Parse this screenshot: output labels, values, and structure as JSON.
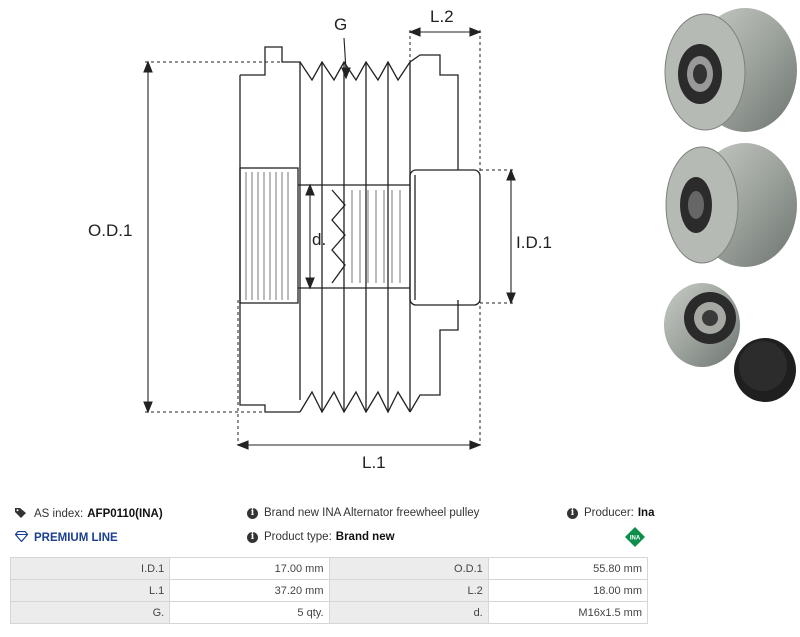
{
  "drawing": {
    "label_g": "G",
    "label_l2": "L.2",
    "label_od1": "O.D.1",
    "label_d": "d.",
    "label_id1": "I.D.1",
    "label_l1": "L.1"
  },
  "info": {
    "as_index_label": "AS index:",
    "as_index_value": "AFP0110(INA)",
    "description": "Brand new INA Alternator freewheel pulley",
    "producer_label": "Producer:",
    "producer_value": "Ina",
    "premium_line": "PREMIUM LINE",
    "product_type_label": "Product type:",
    "product_type_value": "Brand new",
    "producer_logo_text": "INA"
  },
  "specs": [
    {
      "label1": "I.D.1",
      "value1": "17.00 mm",
      "label2": "O.D.1",
      "value2": "55.80 mm"
    },
    {
      "label1": "L.1",
      "value1": "37.20 mm",
      "label2": "L.2",
      "value2": "18.00 mm"
    },
    {
      "label1": "G.",
      "value1": "5 qty.",
      "label2": "d.",
      "value2": "M16x1.5 mm"
    }
  ],
  "colors": {
    "premium": "#1b3f8f",
    "ina_green": "#0b8f4a",
    "table_label_bg": "#ececec"
  }
}
